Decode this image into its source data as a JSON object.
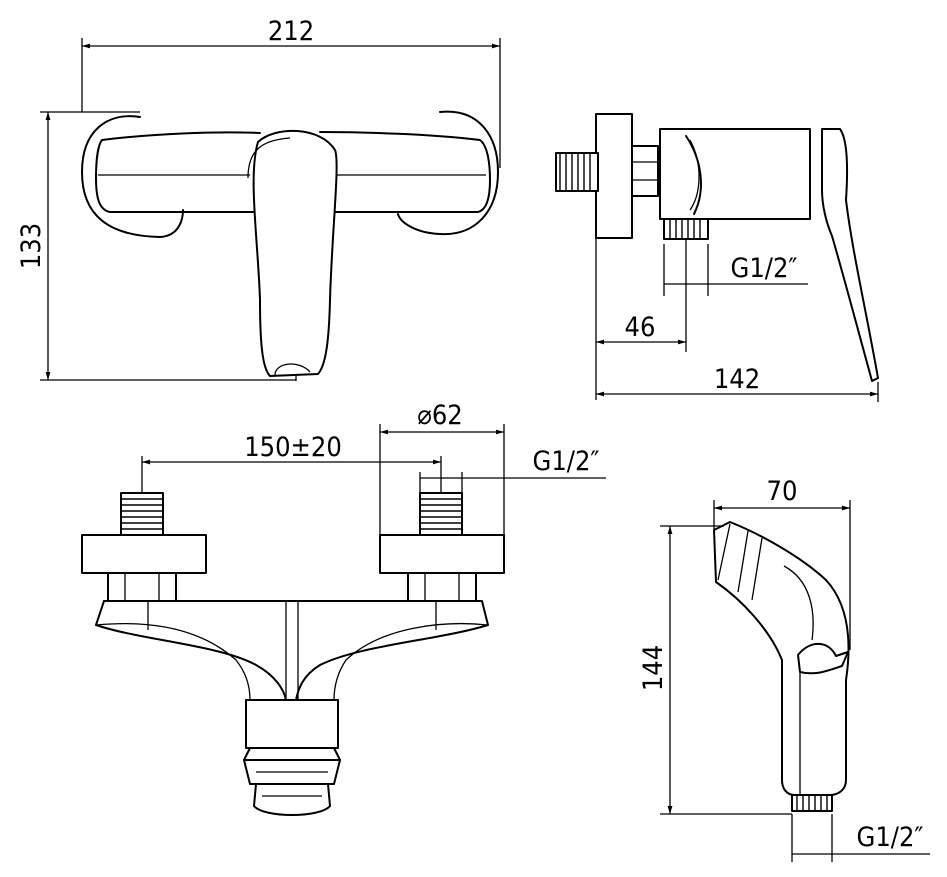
{
  "dimensions": {
    "front_width": "212",
    "front_height": "133",
    "side_depth": "142",
    "side_offset": "46",
    "side_thread": "G1/2″",
    "centers": "150±20",
    "flange_diameter": "⌀62",
    "inlet_thread": "G1/2″",
    "handset_width": "70",
    "handset_height": "144",
    "handset_thread": "G1/2″"
  },
  "colors": {
    "line": "#000000",
    "background": "#ffffff"
  }
}
